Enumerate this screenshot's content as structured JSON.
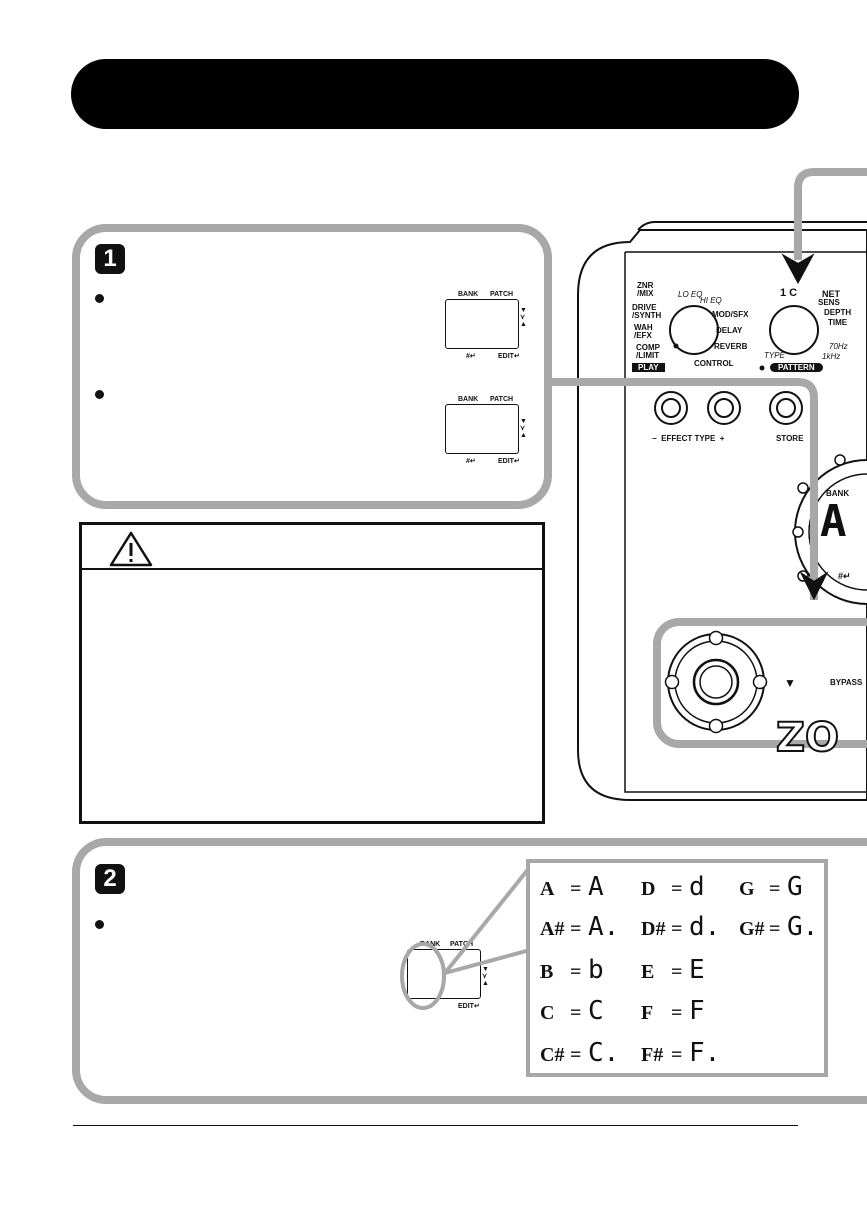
{
  "step1": {
    "badge": "1"
  },
  "step2": {
    "badge": "2"
  },
  "lcd": {
    "bank": "BANK",
    "patch": "PATCH",
    "sharp": "#↵",
    "edit": "EDIT↵",
    "arrows": "▼\n⋎\n▲"
  },
  "device": {
    "left_knob_labels": [
      "ZNR\n/MIX",
      "LO EQ",
      "HI EQ",
      "DRIVE\n/SYNTH",
      "MOD/SFX",
      "WAH\n/EFX",
      "DELAY",
      "COMP\n/LIMIT",
      "REVERB",
      "CONTROL",
      "PLAY"
    ],
    "right_knob_labels": [
      "1 C",
      "NET",
      "SENS",
      "DEPTH",
      "TIME",
      "TYPE",
      "70Hz",
      "1kHz",
      "PATTERN"
    ],
    "effect_type": "−  EFFECT TYPE  +",
    "store": "STORE",
    "bank": "BANK",
    "display_char": "A",
    "sharp": "#↵",
    "down": "▼",
    "bypass": "BYPASS",
    "logo": "ZO"
  },
  "notes": [
    {
      "name": "A",
      "eq": "=",
      "seg": "A"
    },
    {
      "name": "D",
      "eq": "=",
      "seg": "d"
    },
    {
      "name": "G",
      "eq": "=",
      "seg": "G"
    },
    {
      "name": "A#",
      "eq": "=",
      "seg": "A."
    },
    {
      "name": "D#",
      "eq": "=",
      "seg": "d."
    },
    {
      "name": "G#",
      "eq": "=",
      "seg": "G."
    },
    {
      "name": "B",
      "eq": "=",
      "seg": "b"
    },
    {
      "name": "E",
      "eq": "=",
      "seg": "E"
    },
    {
      "name": "C",
      "eq": "=",
      "seg": "C"
    },
    {
      "name": "F",
      "eq": "=",
      "seg": "F"
    },
    {
      "name": "C#",
      "eq": "=",
      "seg": "C."
    },
    {
      "name": "F#",
      "eq": "=",
      "seg": "F."
    }
  ],
  "colors": {
    "panel_border": "#a8a8a8",
    "title_bar": "#000000"
  }
}
